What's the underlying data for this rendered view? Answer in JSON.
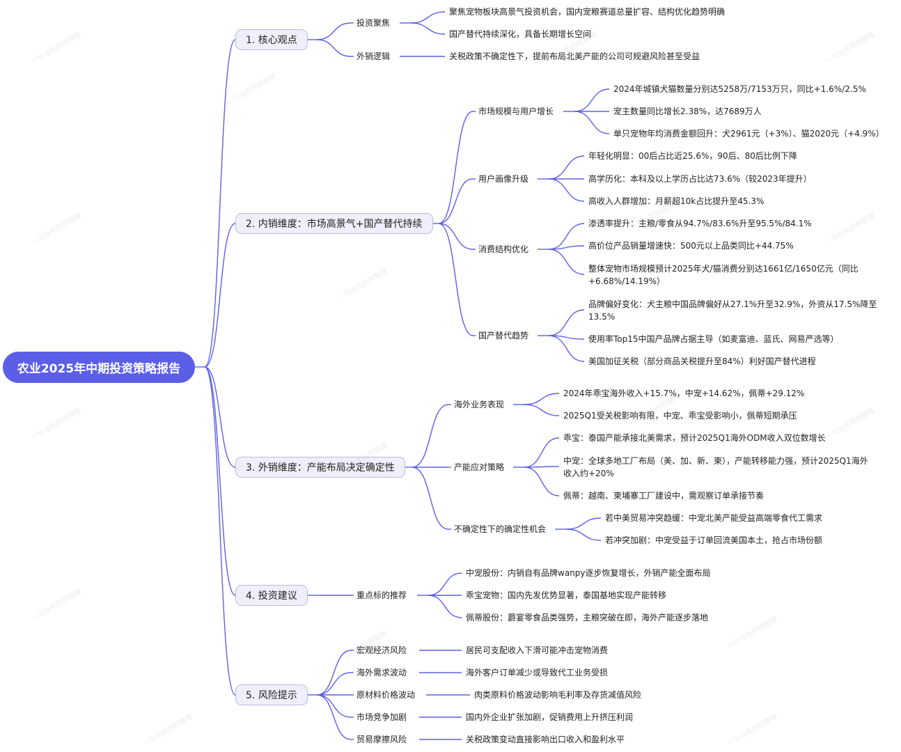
{
  "root": {
    "label": "农业2025年中期投资策略报告"
  },
  "sections": [
    {
      "label": "1. 核心观点",
      "subs": [
        {
          "label": "投资聚焦",
          "leaves": [
            "聚焦宠物板块高景气投资机会，国内宠粮赛道总量扩容、结构优化趋势明确",
            "国产替代持续深化，具备长期增长空间"
          ]
        },
        {
          "label": "外销逻辑",
          "leaves": [
            "关税政策不确定性下，提前布局北美产能的公司可规避风险甚至受益"
          ]
        }
      ]
    },
    {
      "label": "2. 内销维度：市场高景气+国产替代持续",
      "subs": [
        {
          "label": "市场规模与用户增长",
          "leaves": [
            "2024年城镇犬猫数量分别达5258万/7153万只，同比+1.6%/2.5%",
            "宠主数量同比增长2.38%，达7689万人",
            "单只宠物年均消费金额回升：犬2961元（+3%）、猫2020元（+4.9%）"
          ]
        },
        {
          "label": "用户画像升级",
          "leaves": [
            "年轻化明显：00后占比近25.6%，90后、80后比例下降",
            "高学历化：本科及以上学历占比达73.6%（较2023年提升）",
            "高收入人群增加：月薪超10k占比提升至45.3%"
          ]
        },
        {
          "label": "消费结构优化",
          "leaves": [
            "渗透率提升：主粮/零食从94.7%/83.6%升至95.5%/84.1%",
            "高价位产品销量增速快：500元以上品类同比+44.75%",
            "整体宠物市场规模预计2025年犬/猫消费分别达1661亿/1650亿元（同比+6.68%/14.19%）"
          ]
        },
        {
          "label": "国产替代趋势",
          "leaves": [
            "品牌偏好变化：犬主粮中国品牌偏好从27.1%升至32.9%，外资从17.5%降至13.5%",
            "使用率Top15中国产品牌占据主导（如麦富迪、蓝氏、网易严选等）",
            "美国加征关税（部分商品关税提升至84%）利好国产替代进程"
          ]
        }
      ]
    },
    {
      "label": "3. 外销维度：产能布局决定确定性",
      "subs": [
        {
          "label": "海外业务表现",
          "leaves": [
            "2024年乖宝海外收入+15.7%，中宠+14.62%，佩蒂+29.12%",
            "2025Q1受关税影响有限，中宠、乖宝受影响小，佩蒂短期承压"
          ]
        },
        {
          "label": "产能应对策略",
          "leaves": [
            "乖宝：泰国产能承接北美需求，预计2025Q1海外ODM收入双位数增长",
            "中宠：全球多地工厂布局（美、加、新、柬），产能转移能力强，预计2025Q1海外收入约+20%",
            "佩蒂：越南、柬埔寨工厂建设中，需观察订单承接节奏"
          ]
        },
        {
          "label": "不确定性下的确定性机会",
          "leaves": [
            "若中美贸易冲突趋缓：中宠北美产能受益高端零食代工需求",
            "若冲突加剧：中宠受益于订单回流美国本土，抢占市场份额"
          ]
        }
      ]
    },
    {
      "label": "4. 投资建议",
      "subs": [
        {
          "label": "重点标的推荐",
          "leaves": [
            "中宠股份：内销自有品牌wanpy逐步恢复增长，外销产能全面布局",
            "乖宝宠物：国内先发优势显著，泰国基地实现产能转移",
            "佩蒂股份：爵宴零食品类强势，主粮突破在即，海外产能逐步落地"
          ]
        }
      ]
    },
    {
      "label": "5. 风险提示",
      "subs": [
        {
          "label": "宏观经济风险",
          "leaves": [
            "居民可支配收入下滑可能冲击宠物消费"
          ]
        },
        {
          "label": "海外需求波动",
          "leaves": [
            "海外客户订单减少或导致代工业务受损"
          ]
        },
        {
          "label": "原材料价格波动",
          "leaves": [
            "肉类原料价格波动影响毛利率及存货减值风险"
          ]
        },
        {
          "label": "市场竞争加剧",
          "leaves": [
            "国内外企业扩张加剧，促销费用上升挤压利润"
          ]
        },
        {
          "label": "贸易摩擦风险",
          "leaves": [
            "关税政策变动直接影响出口收入和盈利水平"
          ]
        }
      ]
    }
  ],
  "watermark": "一马当先的核整理",
  "colors": {
    "root": "#5b5fe8",
    "line": "#5b5fe8",
    "section_bg": "#eeeffa",
    "section_border": "#b9bcdc"
  }
}
